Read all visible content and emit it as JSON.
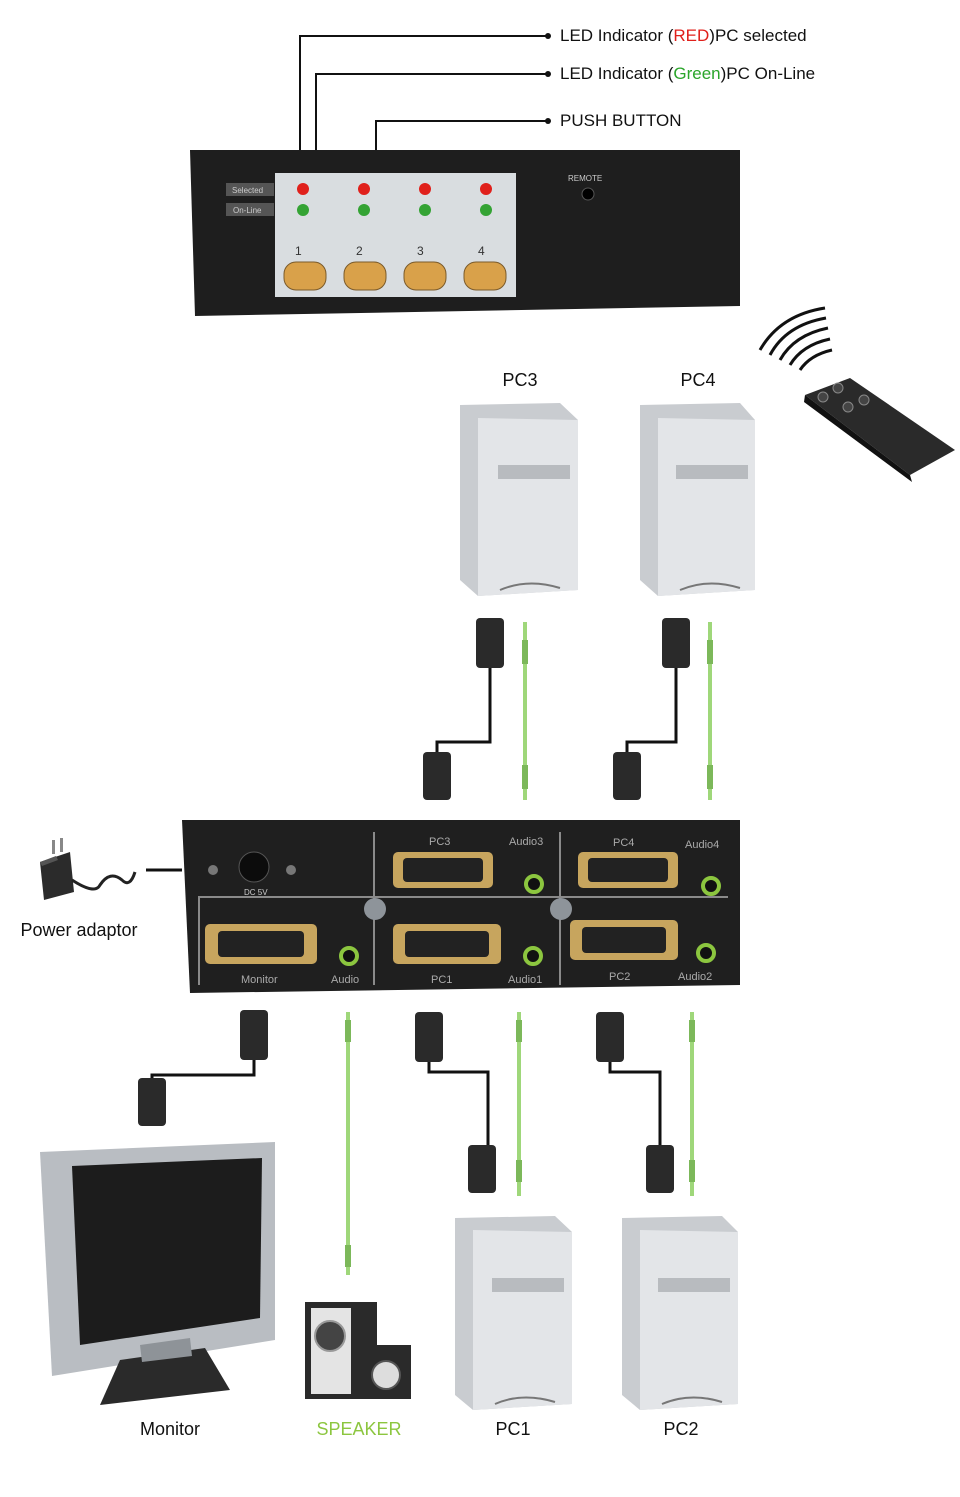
{
  "callouts": {
    "red_prefix": "LED Indicator (",
    "red_word": "RED",
    "red_suffix": ")PC selected",
    "green_prefix": "LED Indicator (",
    "green_word": "Green",
    "green_suffix": ")PC On-Line",
    "push": "PUSH BUTTON"
  },
  "front_panel": {
    "selected": "Selected",
    "online": "On-Line",
    "remote": "REMOTE",
    "buttons": [
      "1",
      "2",
      "3",
      "4"
    ]
  },
  "rear_panel": {
    "pc3": "PC3",
    "audio3": "Audio3",
    "pc4": "PC4",
    "audio4": "Audio4",
    "monitor": "Monitor",
    "audio": "Audio",
    "pc1": "PC1",
    "audio1": "Audio1",
    "pc2": "PC2",
    "audio2": "Audio2",
    "dc": "DC  5V"
  },
  "labels": {
    "pc3": "PC3",
    "pc4": "PC4",
    "power_adaptor": "Power adaptor",
    "monitor": "Monitor",
    "speaker": "SPEAKER",
    "pc1": "PC1",
    "pc2": "PC2"
  },
  "colors": {
    "red": "#e0201b",
    "green": "#2aa52a",
    "speaker_green": "#8cc63f",
    "audio_cable": "#9fd77a"
  }
}
